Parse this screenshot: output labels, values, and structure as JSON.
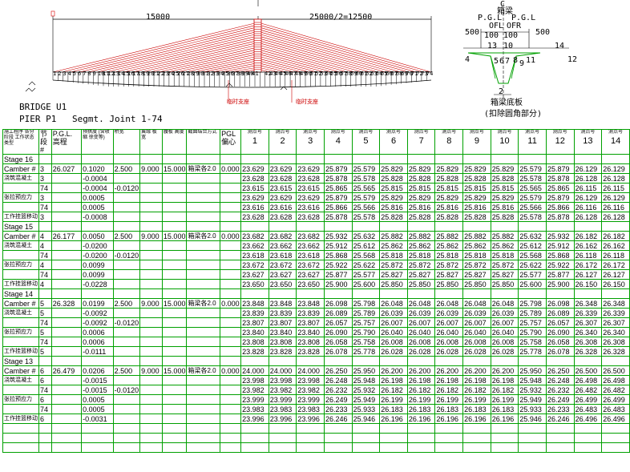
{
  "drawing": {
    "dim_left": "15000",
    "dim_right": "25000/2=12500",
    "bridge_label": "BRIDGE",
    "u1_label": "U1",
    "pier_label": "PIER P1",
    "segment_label": "Segmt. Joint 1-74",
    "joint_numbers_left": [
      "1",
      "2",
      "3",
      "4",
      "5",
      "6",
      "7",
      "8",
      "9",
      "10",
      "11",
      "12",
      "13",
      "14",
      "15",
      "16",
      "17",
      "18",
      "19",
      "20",
      "21",
      "22",
      "23",
      "24",
      "25",
      "26",
      "27",
      "28",
      "29",
      "30",
      "31",
      "32",
      "33",
      "34",
      "35",
      "36",
      "37",
      "38",
      "39",
      "40",
      "41"
    ],
    "joint_numbers_right": [
      "42",
      "43",
      "44",
      "45",
      "46",
      "47",
      "48",
      "49",
      "50",
      "51",
      "52",
      "53",
      "54",
      "55",
      "56",
      "57",
      "58",
      "59",
      "60",
      "61",
      "62",
      "63",
      "64",
      "65",
      "66",
      "67",
      "68",
      "69",
      "70",
      "71",
      "72",
      "73",
      "74"
    ],
    "tag1": "临时支座",
    "tag2": "临时支座"
  },
  "section": {
    "cl": "C",
    "top_label": "箱梁",
    "pgl_left": "P.G.L",
    "pgl_right": "P.G.L",
    "ofl": "OFL",
    "ofr": "OFR",
    "dims": [
      "500",
      "100",
      "100",
      "500"
    ],
    "pts_top": [
      "13",
      "10",
      "14"
    ],
    "pts_mid": [
      "4",
      "5",
      "6",
      "7",
      "8",
      "9",
      "11",
      "12"
    ],
    "bottom_no": "2",
    "bottom_label1": "箱梁底板",
    "bottom_label2": "(扣除圆角部分)"
  },
  "table": {
    "headers": [
      "施工程序 各分阶段 工作状态类型",
      "节段 #",
      "P.G.L. 高程",
      "预拱度 (含收缩 徐变等)",
      "桥宽",
      "翼缘 板宽",
      "腹板 高度",
      "截面结合方式",
      "PGL 偏心",
      "1",
      "2",
      "3",
      "4",
      "5",
      "6",
      "7",
      "8",
      "9",
      "10",
      "11",
      "12",
      "13",
      "14"
    ],
    "col_sub": [
      "测点号",
      "测点号",
      "测点号",
      "测点号",
      "测点号",
      "测点号",
      "测点号",
      "测点号",
      "测点号",
      "测点号",
      "测点号",
      "测点号",
      "测点号",
      "测点号"
    ],
    "rows": [
      {
        "c": [
          "Stage 16",
          "",
          "",
          "",
          "",
          "",
          "",
          "",
          "",
          "",
          "",
          "",
          "",
          "",
          "",
          "",
          "",
          "",
          "",
          "",
          "",
          "",
          ""
        ]
      },
      {
        "c": [
          "Camber #",
          "3",
          "26.027",
          "0.1020",
          "2.500",
          "9.000",
          "15.000",
          "箱梁各2.0",
          "0.000",
          "23.629",
          "23.629",
          "23.629",
          "25.879",
          "25.579",
          "25.829",
          "25.829",
          "25.829",
          "25.829",
          "25.829",
          "25.579",
          "25.879",
          "26.129",
          "26.129"
        ]
      },
      {
        "c": [
          "浇筑混凝土",
          "3",
          "",
          "-0.0004",
          "",
          "",
          "",
          "",
          "",
          "23.628",
          "23.628",
          "23.628",
          "25.878",
          "25.578",
          "25.828",
          "25.828",
          "25.828",
          "25.828",
          "25.828",
          "25.578",
          "25.878",
          "26.128",
          "26.128"
        ]
      },
      {
        "c": [
          "",
          "74",
          "",
          "-0.0004",
          "-0.0120",
          "",
          "",
          "",
          "",
          "23.615",
          "23.615",
          "23.615",
          "25.865",
          "25.565",
          "25.815",
          "25.815",
          "25.815",
          "25.815",
          "25.815",
          "25.565",
          "25.865",
          "26.115",
          "26.115"
        ]
      },
      {
        "c": [
          "张拉预应力",
          "3",
          "",
          "0.0005",
          "",
          "",
          "",
          "",
          "",
          "23.629",
          "23.629",
          "23.629",
          "25.879",
          "25.579",
          "25.829",
          "25.829",
          "25.829",
          "25.829",
          "25.829",
          "25.579",
          "25.879",
          "26.129",
          "26.129"
        ]
      },
      {
        "c": [
          "",
          "74",
          "",
          "0.0005",
          "",
          "",
          "",
          "",
          "",
          "23.616",
          "23.616",
          "23.616",
          "25.866",
          "25.566",
          "25.816",
          "25.816",
          "25.816",
          "25.816",
          "25.816",
          "25.566",
          "25.866",
          "26.116",
          "26.116"
        ]
      },
      {
        "c": [
          "工作挂篮移动",
          "3",
          "",
          "-0.0008",
          "",
          "",
          "",
          "",
          "",
          "23.628",
          "23.628",
          "23.628",
          "25.878",
          "25.578",
          "25.828",
          "25.828",
          "25.828",
          "25.828",
          "25.828",
          "25.578",
          "25.878",
          "26.128",
          "26.128"
        ]
      },
      {
        "c": [
          "Stage 15",
          "",
          "",
          "",
          "",
          "",
          "",
          "",
          "",
          "",
          "",
          "",
          "",
          "",
          "",
          "",
          "",
          "",
          "",
          "",
          "",
          "",
          ""
        ]
      },
      {
        "c": [
          "Camber #",
          "4",
          "26.177",
          "0.0050",
          "2.500",
          "9.000",
          "15.000",
          "箱梁各2.0",
          "0.000",
          "23.682",
          "23.682",
          "23.682",
          "25.932",
          "25.632",
          "25.882",
          "25.882",
          "25.882",
          "25.882",
          "25.882",
          "25.632",
          "25.932",
          "26.182",
          "26.182"
        ]
      },
      {
        "c": [
          "浇筑混凝土",
          "4",
          "",
          "-0.0200",
          "",
          "",
          "",
          "",
          "",
          "23.662",
          "23.662",
          "23.662",
          "25.912",
          "25.612",
          "25.862",
          "25.862",
          "25.862",
          "25.862",
          "25.862",
          "25.612",
          "25.912",
          "26.162",
          "26.162"
        ]
      },
      {
        "c": [
          "",
          "74",
          "",
          "-0.0200",
          "-0.0120",
          "",
          "",
          "",
          "",
          "23.618",
          "23.618",
          "23.618",
          "25.868",
          "25.568",
          "25.818",
          "25.818",
          "25.818",
          "25.818",
          "25.818",
          "25.568",
          "25.868",
          "26.118",
          "26.118"
        ]
      },
      {
        "c": [
          "张拉预应力",
          "4",
          "",
          "0.0099",
          "",
          "",
          "",
          "",
          "",
          "23.672",
          "23.672",
          "23.672",
          "25.922",
          "25.622",
          "25.872",
          "25.872",
          "25.872",
          "25.872",
          "25.872",
          "25.622",
          "25.922",
          "26.172",
          "26.172"
        ]
      },
      {
        "c": [
          "",
          "74",
          "",
          "0.0099",
          "",
          "",
          "",
          "",
          "",
          "23.627",
          "23.627",
          "23.627",
          "25.877",
          "25.577",
          "25.827",
          "25.827",
          "25.827",
          "25.827",
          "25.827",
          "25.577",
          "25.877",
          "26.127",
          "26.127"
        ]
      },
      {
        "c": [
          "工作挂篮移动",
          "4",
          "",
          "-0.0228",
          "",
          "",
          "",
          "",
          "",
          "23.650",
          "23.650",
          "23.650",
          "25.900",
          "25.600",
          "25.850",
          "25.850",
          "25.850",
          "25.850",
          "25.850",
          "25.600",
          "25.900",
          "26.150",
          "26.150"
        ]
      },
      {
        "c": [
          "Stage 14",
          "",
          "",
          "",
          "",
          "",
          "",
          "",
          "",
          "",
          "",
          "",
          "",
          "",
          "",
          "",
          "",
          "",
          "",
          "",
          "",
          "",
          ""
        ]
      },
      {
        "c": [
          "Camber #",
          "5",
          "26.328",
          "0.0199",
          "2.500",
          "9.000",
          "15.000",
          "箱梁各2.0",
          "0.000",
          "23.848",
          "23.848",
          "23.848",
          "26.098",
          "25.798",
          "26.048",
          "26.048",
          "26.048",
          "26.048",
          "26.048",
          "25.798",
          "26.098",
          "26.348",
          "26.348"
        ]
      },
      {
        "c": [
          "浇筑混凝土",
          "5",
          "",
          "-0.0092",
          "",
          "",
          "",
          "",
          "",
          "23.839",
          "23.839",
          "23.839",
          "26.089",
          "25.789",
          "26.039",
          "26.039",
          "26.039",
          "26.039",
          "26.039",
          "25.789",
          "26.089",
          "26.339",
          "26.339"
        ]
      },
      {
        "c": [
          "",
          "74",
          "",
          "-0.0092",
          "-0.0120",
          "",
          "",
          "",
          "",
          "23.807",
          "23.807",
          "23.807",
          "26.057",
          "25.757",
          "26.007",
          "26.007",
          "26.007",
          "26.007",
          "26.007",
          "25.757",
          "26.057",
          "26.307",
          "26.307"
        ]
      },
      {
        "c": [
          "张拉预应力",
          "5",
          "",
          "0.0006",
          "",
          "",
          "",
          "",
          "",
          "23.840",
          "23.840",
          "23.840",
          "26.090",
          "25.790",
          "26.040",
          "26.040",
          "26.040",
          "26.040",
          "26.040",
          "25.790",
          "26.090",
          "26.340",
          "26.340"
        ]
      },
      {
        "c": [
          "",
          "74",
          "",
          "0.0006",
          "",
          "",
          "",
          "",
          "",
          "23.808",
          "23.808",
          "23.808",
          "26.058",
          "25.758",
          "26.008",
          "26.008",
          "26.008",
          "26.008",
          "26.008",
          "25.758",
          "26.058",
          "26.308",
          "26.308"
        ]
      },
      {
        "c": [
          "工作挂篮移动",
          "5",
          "",
          "-0.0111",
          "",
          "",
          "",
          "",
          "",
          "23.828",
          "23.828",
          "23.828",
          "26.078",
          "25.778",
          "26.028",
          "26.028",
          "26.028",
          "26.028",
          "26.028",
          "25.778",
          "26.078",
          "26.328",
          "26.328"
        ]
      },
      {
        "c": [
          "Stage 13",
          "",
          "",
          "",
          "",
          "",
          "",
          "",
          "",
          "",
          "",
          "",
          "",
          "",
          "",
          "",
          "",
          "",
          "",
          "",
          "",
          "",
          ""
        ]
      },
      {
        "c": [
          "Camber #",
          "6",
          "26.479",
          "0.0206",
          "2.500",
          "9.000",
          "15.000",
          "箱梁各2.0",
          "0.000",
          "24.000",
          "24.000",
          "24.000",
          "26.250",
          "25.950",
          "26.200",
          "26.200",
          "26.200",
          "26.200",
          "26.200",
          "25.950",
          "26.250",
          "26.500",
          "26.500"
        ]
      },
      {
        "c": [
          "浇筑混凝土",
          "6",
          "",
          "-0.0015",
          "",
          "",
          "",
          "",
          "",
          "23.998",
          "23.998",
          "23.998",
          "26.248",
          "25.948",
          "26.198",
          "26.198",
          "26.198",
          "26.198",
          "26.198",
          "25.948",
          "26.248",
          "26.498",
          "26.498"
        ]
      },
      {
        "c": [
          "",
          "74",
          "",
          "-0.0015",
          "-0.0120",
          "",
          "",
          "",
          "",
          "23.982",
          "23.982",
          "23.982",
          "26.232",
          "25.932",
          "26.182",
          "26.182",
          "26.182",
          "26.182",
          "26.182",
          "25.932",
          "26.232",
          "26.482",
          "26.482"
        ]
      },
      {
        "c": [
          "张拉预应力",
          "6",
          "",
          "0.0005",
          "",
          "",
          "",
          "",
          "",
          "23.999",
          "23.999",
          "23.999",
          "26.249",
          "25.949",
          "26.199",
          "26.199",
          "26.199",
          "26.199",
          "26.199",
          "25.949",
          "26.249",
          "26.499",
          "26.499"
        ]
      },
      {
        "c": [
          "",
          "74",
          "",
          "0.0005",
          "",
          "",
          "",
          "",
          "",
          "23.983",
          "23.983",
          "23.983",
          "26.233",
          "25.933",
          "26.183",
          "26.183",
          "26.183",
          "26.183",
          "26.183",
          "25.933",
          "26.233",
          "26.483",
          "26.483"
        ]
      },
      {
        "c": [
          "工作挂篮移动",
          "6",
          "",
          "-0.0031",
          "",
          "",
          "",
          "",
          "",
          "23.996",
          "23.996",
          "23.996",
          "26.246",
          "25.946",
          "26.196",
          "26.196",
          "26.196",
          "26.196",
          "26.196",
          "25.946",
          "26.246",
          "26.496",
          "26.496"
        ]
      },
      {
        "c": [
          "",
          "",
          "",
          "",
          "",
          "",
          "",
          "",
          "",
          "",
          "",
          "",
          "",
          "",
          "",
          "",
          "",
          "",
          "",
          "",
          "",
          "",
          ""
        ]
      },
      {
        "c": [
          "",
          "",
          "",
          "",
          "",
          "",
          "",
          "",
          "",
          "",
          "",
          "",
          "",
          "",
          "",
          "",
          "",
          "",
          "",
          "",
          "",
          "",
          ""
        ]
      },
      {
        "c": [
          "",
          "",
          "",
          "",
          "",
          "",
          "",
          "",
          "",
          "",
          "",
          "",
          "",
          "",
          "",
          "",
          "",
          "",
          "",
          "",
          "",
          "",
          ""
        ]
      }
    ]
  }
}
